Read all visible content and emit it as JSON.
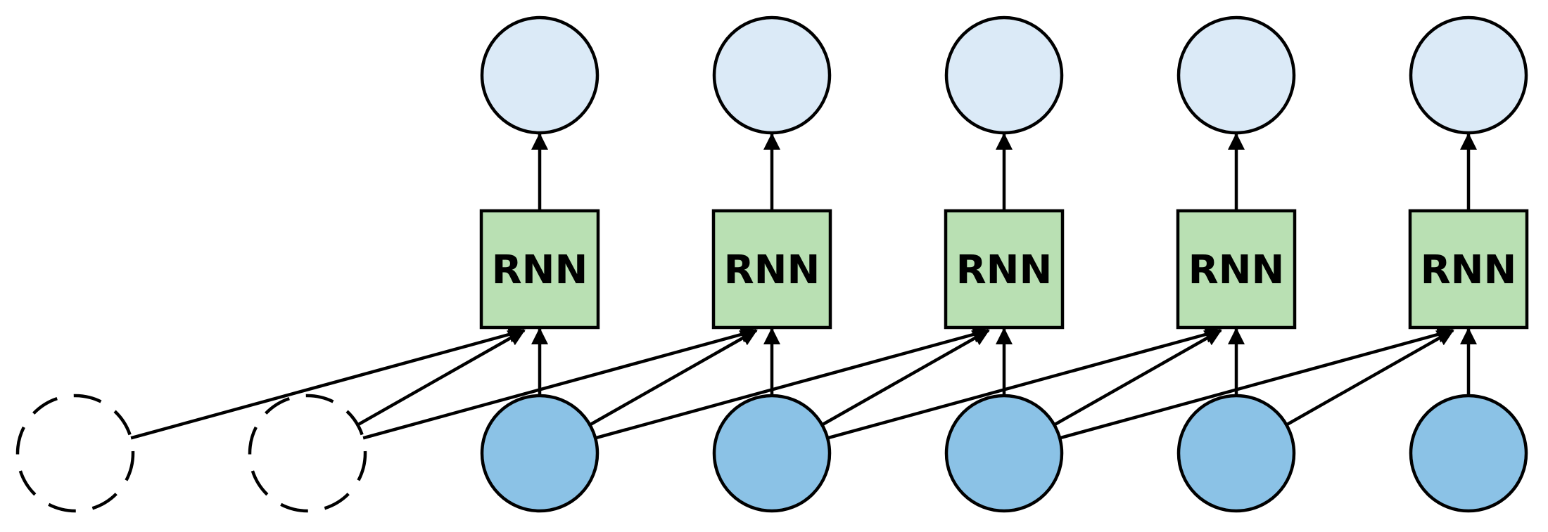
{
  "diagram": {
    "cell_label": "RNN",
    "colors": {
      "output_node_fill": "#dbeaf7",
      "input_node_fill": "#8bc2e6",
      "rnn_box_fill": "#b9e0b3",
      "padding_node_fill": "#ffffff",
      "stroke": "#000000"
    },
    "units": [
      {
        "rnn_label": "RNN"
      },
      {
        "rnn_label": "RNN"
      },
      {
        "rnn_label": "RNN"
      },
      {
        "rnn_label": "RNN"
      },
      {
        "rnn_label": "RNN"
      }
    ],
    "padding_inputs": 2,
    "context_window": 3
  }
}
